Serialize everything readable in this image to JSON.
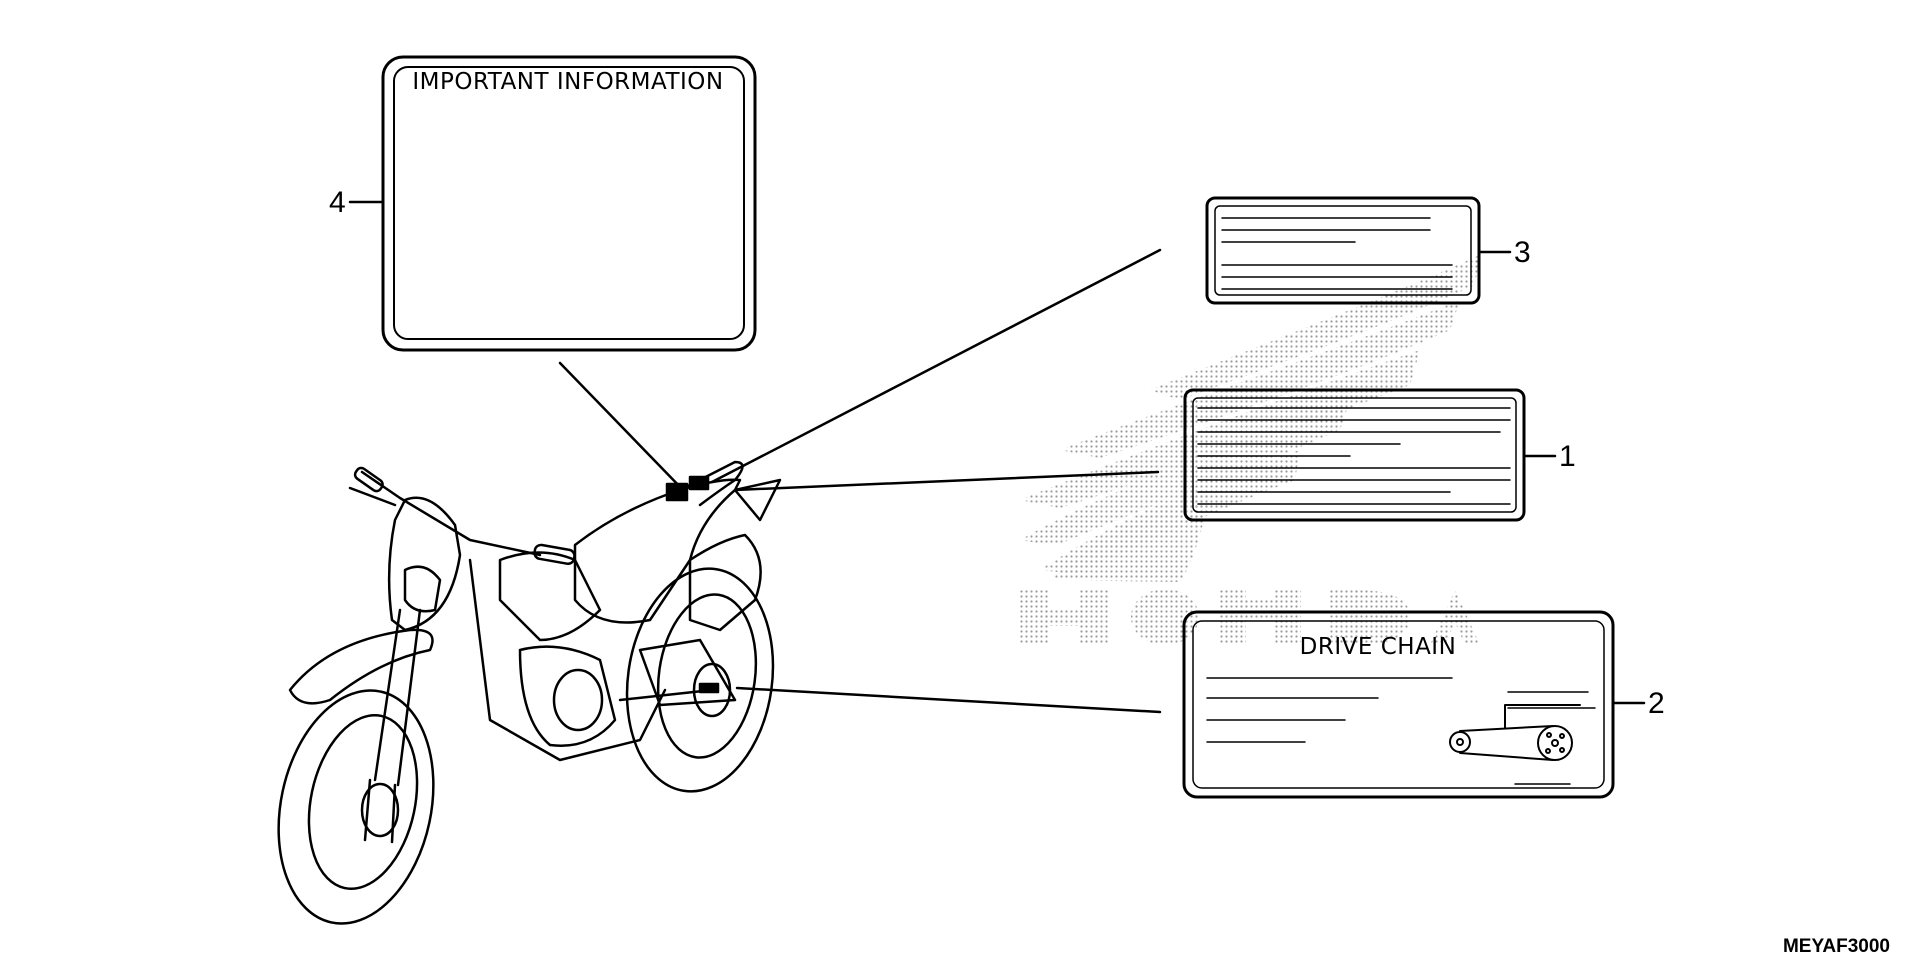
{
  "diagram": {
    "code": "MEYAF3000",
    "watermark": "HONDA wing logo",
    "labels": [
      {
        "callout": "1",
        "title": ""
      },
      {
        "callout": "2",
        "title": "DRIVE CHAIN"
      },
      {
        "callout": "3",
        "title": ""
      },
      {
        "callout": "4",
        "title": "IMPORTANT INFORMATION"
      }
    ],
    "icons": [
      "motorcycle-illustration",
      "drive-chain-icon",
      "honda-wing-watermark"
    ]
  }
}
